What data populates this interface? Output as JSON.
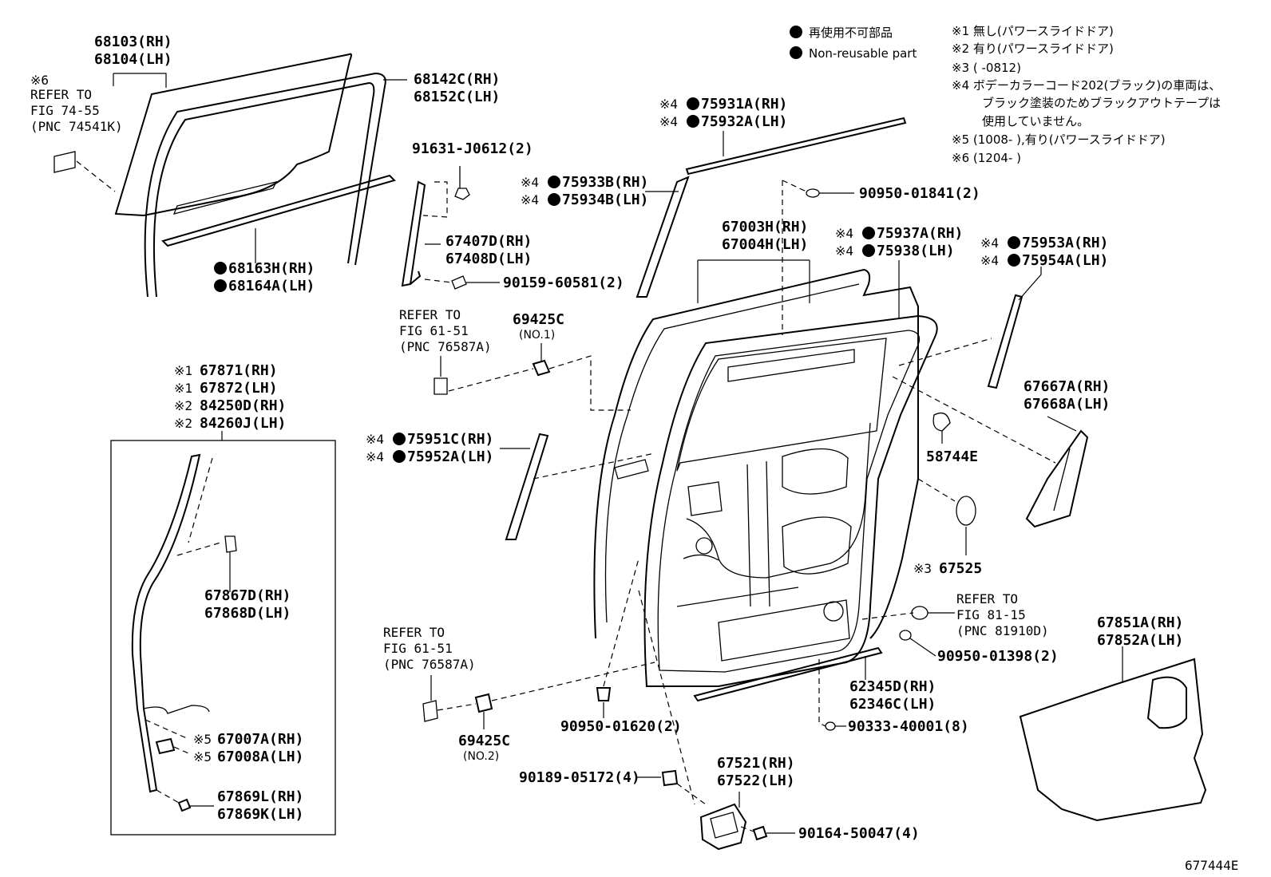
{
  "diagram_id": "677444E",
  "legend": {
    "non_reusable_jp": "再使用不可部品",
    "non_reusable_en": "Non-reusable part",
    "notes": [
      "※1 無し(パワースライドドア)",
      "※2 有り(パワースライドドア)",
      "※3 (      -0812)",
      "※4 ボデーカラーコード202(ブラック)の車両は、",
      "ブラック塗装のためブラックアウトテープは",
      "使用していません。",
      "※5 (1008-       ),有り(パワースライドドア)",
      "※6 (1204-       )"
    ]
  },
  "labels": {
    "p68103": "68103(RH)",
    "p68104": "68104(LH)",
    "ref7455_note": "※6",
    "ref7455_a": "REFER TO",
    "ref7455_b": "FIG 74-55",
    "ref7455_c": "(PNC 74541K)",
    "p68142": "68142C(RH)",
    "p68152": "68152C(LH)",
    "p68163": "68163H(RH)",
    "p68164": "68164A(LH)",
    "p91631": "91631-J0612(2)",
    "p67407": "67407D(RH)",
    "p67408": "67408D(LH)",
    "p90159": "90159-60581(2)",
    "ref6151a_a": "REFER TO",
    "ref6151a_b": "FIG 61-51",
    "ref6151a_c": "(PNC 76587A)",
    "p69425_1": "69425C",
    "p69425_1n": "(NO.1)",
    "p75931_note": "※4",
    "p75931": "75931A(RH)",
    "p75932_note": "※4",
    "p75932": "75932A(LH)",
    "p75933_note": "※4",
    "p75933": "75933B(RH)",
    "p75934_note": "※4",
    "p75934": "75934B(LH)",
    "p90950_01841": "90950-01841(2)",
    "p67003": "67003H(RH)",
    "p67004": "67004H(LH)",
    "p75937_note": "※4",
    "p75937": "75937A(RH)",
    "p75938_note": "※4",
    "p75938": "75938(LH)",
    "p75953_note": "※4",
    "p75953": "75953A(RH)",
    "p75954_note": "※4",
    "p75954": "75954A(LH)",
    "p67871_note": "※1",
    "p67871": "67871(RH)",
    "p67872_note": "※1",
    "p67872": "67872(LH)",
    "p84250_note": "※2",
    "p84250": "84250D(RH)",
    "p84260_note": "※2",
    "p84260": "84260J(LH)",
    "p75951_note": "※4",
    "p75951": "75951C(RH)",
    "p75952_note": "※4",
    "p75952": "75952A(LH)",
    "p58744": "58744E",
    "p67667": "67667A(RH)",
    "p67668": "67668A(LH)",
    "p67525_note": "※3",
    "p67525": "67525",
    "p67867": "67867D(RH)",
    "p67868": "67868D(LH)",
    "ref6151b_a": "REFER TO",
    "ref6151b_b": "FIG 61-51",
    "ref6151b_c": "(PNC 76587A)",
    "ref8115_a": "REFER TO",
    "ref8115_b": "FIG 81-15",
    "ref8115_c": "(PNC 81910D)",
    "p67851": "67851A(RH)",
    "p67852": "67852A(LH)",
    "p90950_01398": "90950-01398(2)",
    "p62345": "62345D(RH)",
    "p62346": "62346C(LH)",
    "p69425_2": "69425C",
    "p69425_2n": "(NO.2)",
    "p90950_01620": "90950-01620(2)",
    "p90333": "90333-40001(8)",
    "p67007_note": "※5",
    "p67007": "67007A(RH)",
    "p67008_note": "※5",
    "p67008": "67008A(LH)",
    "p67869l": "67869L(RH)",
    "p67869k": "67869K(LH)",
    "p90189": "90189-05172(4)",
    "p67521": "67521(RH)",
    "p67522": "67522(LH)",
    "p90164": "90164-50047(4)"
  }
}
